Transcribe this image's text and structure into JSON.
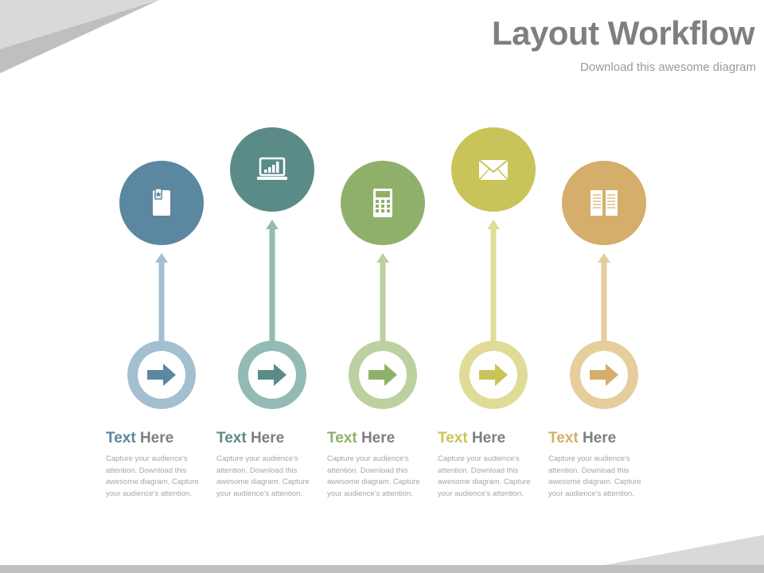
{
  "title": "Layout Workflow",
  "subtitle": "Download this awesome diagram",
  "steps": [
    {
      "heading_word1": "Text",
      "heading_word2": "Here",
      "description": "Capture your audience's attention. Download this awesome diagram. Capture your audience's attention.",
      "icon": "bookmark-card-icon",
      "color": "#5b87a0",
      "light_color": "#a4bfcf"
    },
    {
      "heading_word1": "Text",
      "heading_word2": "Here",
      "description": "Capture your audience's attention. Download this awesome diagram. Capture your audience's attention.",
      "icon": "laptop-chart-icon",
      "color": "#5b8b87",
      "light_color": "#93bab5"
    },
    {
      "heading_word1": "Text",
      "heading_word2": "Here",
      "description": "Capture your audience's attention. Download this awesome diagram. Capture your audience's attention.",
      "icon": "calculator-icon",
      "color": "#8fb06a",
      "light_color": "#bcd0a0"
    },
    {
      "heading_word1": "Text",
      "heading_word2": "Here",
      "description": "Capture your audience's attention. Download this awesome diagram. Capture your audience's attention.",
      "icon": "envelope-icon",
      "color": "#c9c459",
      "light_color": "#e0dc97"
    },
    {
      "heading_word1": "Text",
      "heading_word2": "Here",
      "description": "Capture your audience's attention. Download this awesome diagram. Capture your audience's attention.",
      "icon": "book-icon",
      "color": "#d4ae6a",
      "light_color": "#e6cd9c"
    }
  ]
}
